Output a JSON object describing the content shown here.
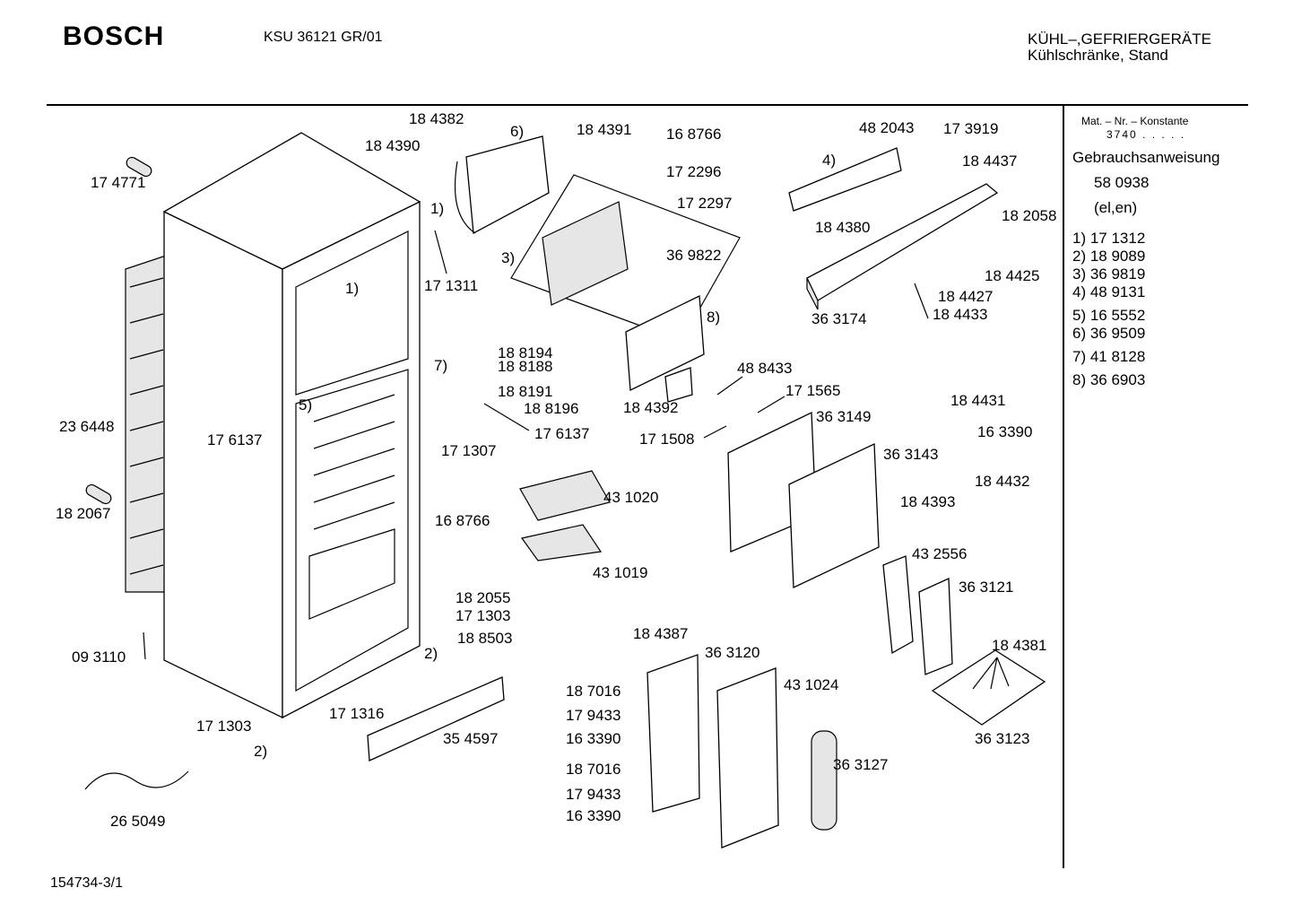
{
  "header": {
    "brand": "BOSCH",
    "model": "KSU 36121 GR/01",
    "category_line1": "KÜHL–,GEFRIERGERÄTE",
    "category_line2": "Kühlschränke, Stand"
  },
  "footer": {
    "sheet_id": "154734-3/1"
  },
  "sidebar": {
    "mat_label": "Mat. – Nr. – Konstante",
    "mat_value": "3740 . . . . .",
    "manual_label": "Gebrauchsanweisung",
    "manual_number": "58 0938",
    "manual_langs": "(el,en)",
    "footnotes": [
      "1) 17 1312",
      "2) 18 9089",
      "3) 36 9819",
      "4) 48 9131",
      "5) 16 5552",
      "6) 36 9509",
      "7) 41 8128",
      "8) 36 6903"
    ]
  },
  "callouts": [
    "18 4382",
    "18 4390",
    "6)",
    "18 4391",
    "16 8766",
    "17 2296",
    "17 2297",
    "1)",
    "17 1311",
    "3)",
    "36 9822",
    "8)",
    "18 4392",
    "48 8433",
    "17 1565",
    "17 1508",
    "36 3149",
    "36 3143",
    "18 4393",
    "48 2043",
    "17 3919",
    "4)",
    "18 4437",
    "18 4380",
    "18 2058",
    "18 4425",
    "18 4427",
    "18 4433",
    "36 3174",
    "18 4431",
    "16 3390",
    "18 4432",
    "17 4771",
    "1)",
    "23 6448",
    "18 2067",
    "09 3110",
    "5)",
    "17 6137",
    "7)",
    "18 8194",
    "18 8188",
    "18 8191",
    "18 8196",
    "17 6137",
    "17 1307",
    "43 1020",
    "16 8766",
    "43 1019",
    "18 2055",
    "17 1303",
    "18 8503",
    "2)",
    "17 1303",
    "2)",
    "17 1316",
    "35 4597",
    "26 5049",
    "18 4387",
    "36 3120",
    "18 7016",
    "17 9433",
    "16 3390",
    "18 7016",
    "17 9433",
    "16 3390",
    "43 1024",
    "36 3127",
    "43 2556",
    "36 3121",
    "18 4381",
    "36 3123"
  ]
}
